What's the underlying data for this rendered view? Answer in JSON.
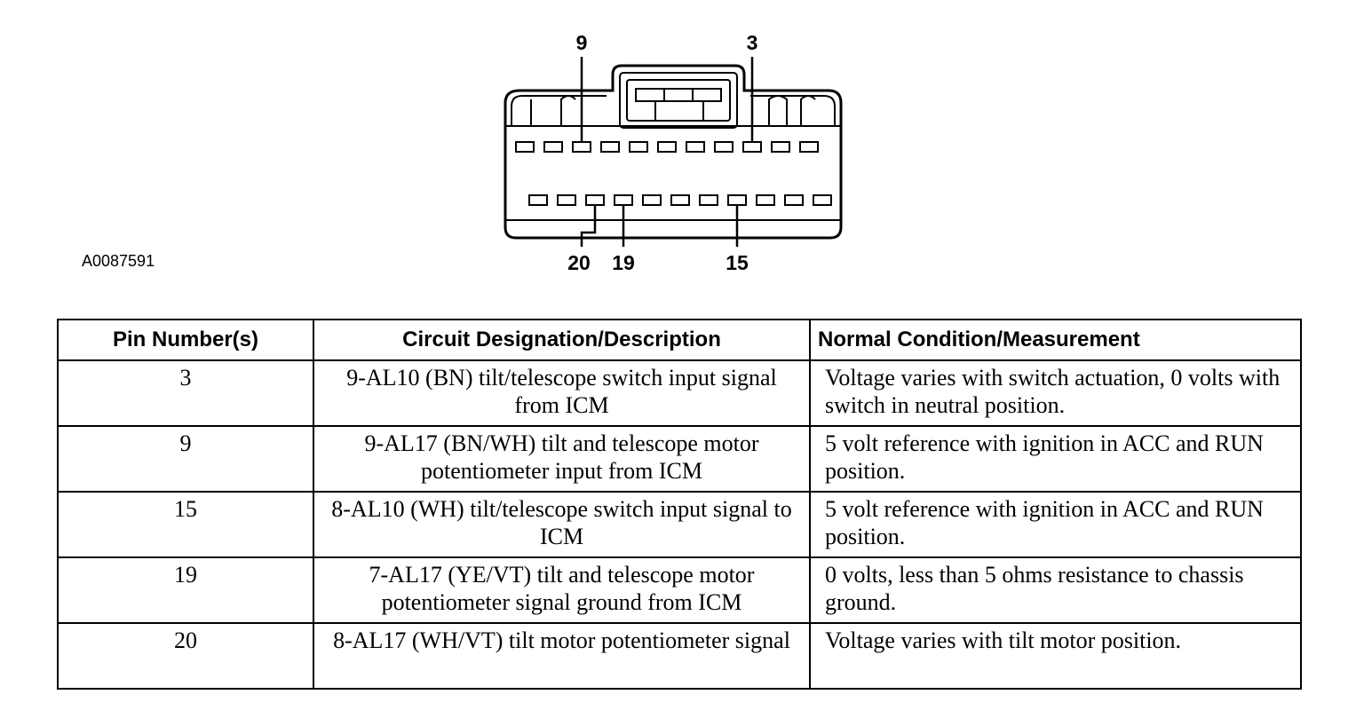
{
  "figure_id": "A0087591",
  "callouts": {
    "top": [
      "9",
      "3"
    ],
    "bottom": [
      "20",
      "19",
      "15"
    ]
  },
  "table": {
    "headers": [
      "Pin Number(s)",
      "Circuit Designation/Description",
      "Normal Condition/Measurement"
    ],
    "rows": [
      {
        "pin": "3",
        "circuit": "9-AL10 (BN) tilt/telescope switch input signal from ICM",
        "condition": "Voltage varies with switch actuation, 0 volts with switch in neutral position."
      },
      {
        "pin": "9",
        "circuit": "9-AL17 (BN/WH) tilt and telescope motor potentiometer input from ICM",
        "condition": "5 volt reference with ignition in ACC and RUN position."
      },
      {
        "pin": "15",
        "circuit": "8-AL10 (WH) tilt/telescope switch input signal to ICM",
        "condition": "5 volt reference with ignition in ACC and RUN position."
      },
      {
        "pin": "19",
        "circuit": "7-AL17 (YE/VT) tilt and telescope motor potentiometer signal ground from ICM",
        "condition": "0 volts, less than 5 ohms resistance to chassis ground."
      },
      {
        "pin": "20",
        "circuit": "8-AL17 (WH/VT) tilt motor potentiometer signal",
        "condition": "Voltage varies with tilt motor position."
      }
    ]
  }
}
